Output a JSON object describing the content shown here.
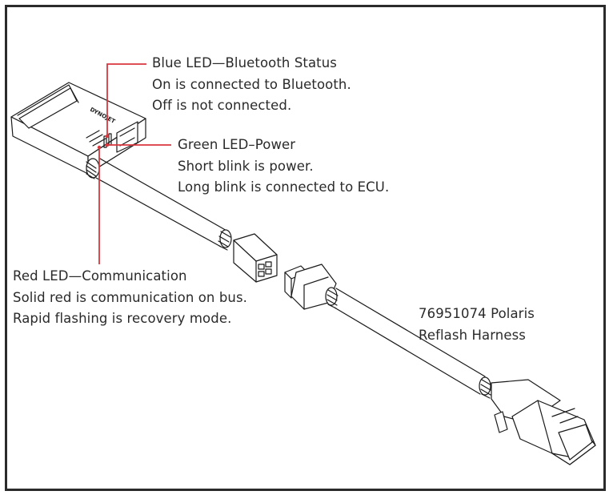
{
  "diagram": {
    "title": "Polaris Reflash Harness LED Indicators",
    "accent_color": "#d9363e",
    "line_color": "#1a1a1a",
    "callouts": {
      "blue_led": {
        "heading": "Blue LED—Bluetooth Status",
        "lines": [
          "On is connected to Bluetooth.",
          "Off is not connected."
        ]
      },
      "green_led": {
        "heading": "Green LED–Power",
        "lines": [
          "Short blink is power.",
          "Long blink is connected to ECU."
        ]
      },
      "red_led": {
        "heading": "Red LED—Communication",
        "lines": [
          "Solid red is communication on bus.",
          "Rapid flashing is recovery mode."
        ]
      },
      "harness": {
        "lines": [
          "76951074 Polaris",
          "Reflash Harness"
        ]
      }
    }
  }
}
